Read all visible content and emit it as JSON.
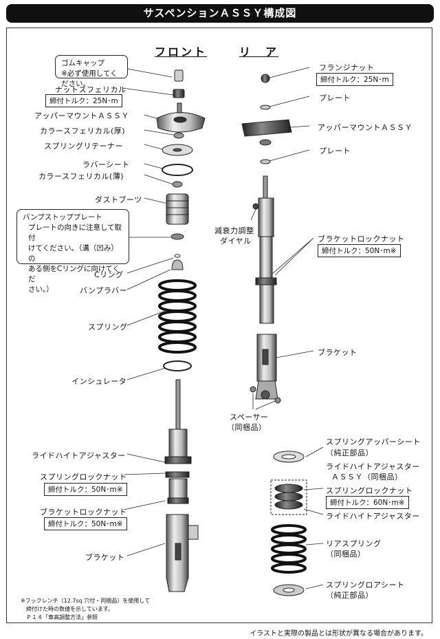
{
  "title": "サスペンションＡＳＳＹ構成図",
  "front": {
    "heading": "フロント",
    "gom_cap": "ゴムキャップ",
    "gom_cap_note": "※必ず使用してください。",
    "nut_spherical": "ナットスフェリカル",
    "nut_torque": "締付トルク：25N･m",
    "upper_mount": "アッパーマウントＡＳＳＹ",
    "collar_thick": "カラースフェリカル(厚)",
    "spring_retainer": "スプリングリテーナー",
    "rubber_sheet": "ラバーシート",
    "collar_thin": "カラースフェリカル(薄)",
    "dust_boots": "ダストブーツ",
    "bump_plate_title": "バンプストッププレート",
    "bump_plate_lines": [
      "プレートの向きに注意して取付",
      "けてください。（溝（凹み）の",
      "ある側をCリングに向けてくだ",
      "さい。）"
    ],
    "c_ring": "Cリング",
    "bump_rubber": "バンプラバー",
    "spring": "スプリング",
    "insulator": "インシュレータ",
    "ride_height_adjuster": "ライドハイトアジャスター",
    "spring_lock_nut": "スプリングロックナット",
    "spring_lock_torque": "締付トルク：50N･m※",
    "bracket_lock_nut": "ブラケットロックナット",
    "bracket_lock_torque": "締付トルク：50N･m※",
    "bracket": "ブラケット",
    "footnote_lines": [
      "※フックレンチ（12.7sq 穴付・同梱品）を使用して",
      "締付けた時の数値を示しています。",
      "Ｐ１４「車高調整方法」参照"
    ]
  },
  "rear": {
    "heading": "リ　ア",
    "flange_nut": "フランジナット",
    "flange_torque": "締付トルク：25N･m",
    "plate_top": "プレート",
    "upper_mount": "アッパーマウントＡＳＳＹ",
    "plate_bottom": "プレート",
    "damping_dial": "減衰力調整",
    "damping_dial2": "ダイヤル",
    "bracket_lock_nut": "ブラケットロックナット",
    "bracket_lock_torque": "締付トルク：50N･m※",
    "bracket": "ブラケット",
    "spacer": "スペーサー",
    "spacer_note": "（同梱品）",
    "spring_upper_seat": "スプリングアッパーシート",
    "spring_upper_seat_note": "（純正部品）",
    "ride_height_adjuster_assy": "ライドハイトアジャスター",
    "ride_height_adjuster_assy2": "ＡＳＳＹ（同梱品）",
    "spring_lock_nut": "スプリングロックナット",
    "spring_lock_torque": "締付トルク：60N･m※",
    "ride_height_adjuster": "ライドハイトアジャスター",
    "rear_spring": "リアスプリング",
    "rear_spring_note": "（同梱品）",
    "spring_lower_seat": "スプリングロアシート",
    "spring_lower_seat_note": "（純正部品）"
  },
  "disclaimer": "イラストと実際の製品とは形状が異なる場合があります。"
}
